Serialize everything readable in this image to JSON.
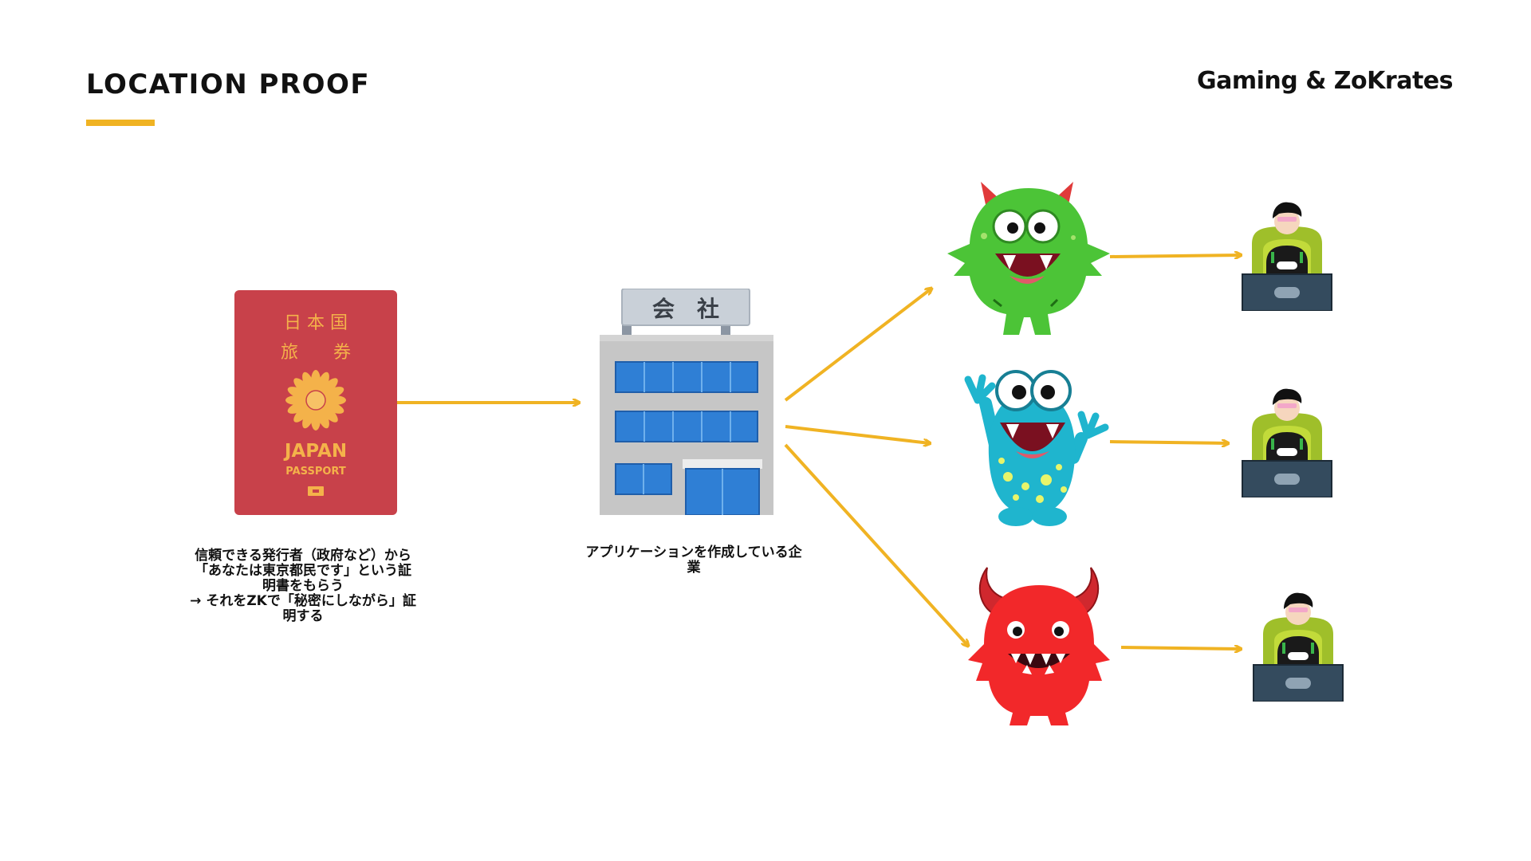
{
  "slide": {
    "title": "LOCATION PROOF",
    "brand": "Gaming & ZoKrates",
    "accent_color": "#F0B323"
  },
  "passport": {
    "top_line1": "日 本 国",
    "top_line2": "旅　　券",
    "country": "JAPAN",
    "label": "PASSPORT",
    "cover_color": "#C8414A",
    "ink_color": "#F4B24A",
    "caption_lines": [
      "信頼できる発行者（政府など）から",
      "「あなたは東京都民です」という証",
      "明書をもらう",
      "→ それをZKで「秘密にしながら」証",
      "明する"
    ]
  },
  "company": {
    "sign": "会　社",
    "caption_lines": [
      "アプリケーションを作成している企",
      "業"
    ]
  },
  "icons": {
    "passport": "japan-passport-icon",
    "company": "company-building-icon",
    "monsters": [
      "green-monster-icon",
      "blue-monster-icon",
      "red-monster-icon"
    ],
    "gamer": "gamer-at-computer-icon"
  }
}
